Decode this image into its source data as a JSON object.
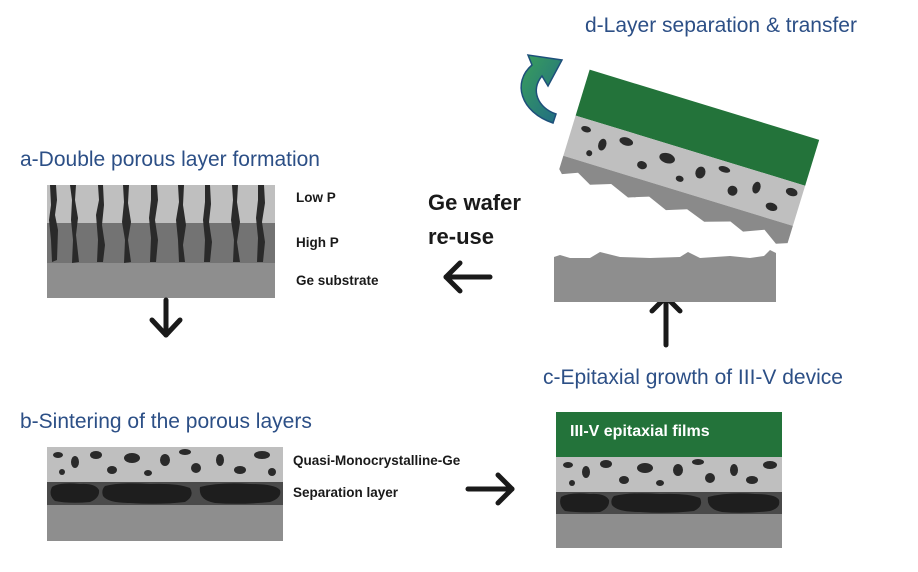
{
  "titles": {
    "a": "a-Double porous layer formation",
    "b": "b-Sintering of the porous layers",
    "c": "c-Epitaxial growth of III-V device",
    "d": "d-Layer separation & transfer"
  },
  "labels_a": {
    "low_p": "Low P",
    "high_p": "High P",
    "substrate": "Ge substrate"
  },
  "labels_b": {
    "quasi": "Quasi-Monocrystalline-Ge",
    "separation": "Separation layer"
  },
  "labels_c": {
    "films": "III-V epitaxial films"
  },
  "reuse": {
    "line1": "Ge wafer",
    "line2": "re-use"
  },
  "colors": {
    "title": "#2c4f86",
    "green": "#23733a",
    "substrate": "#8e8e8e",
    "low_porous": "#bfbfbf",
    "high_porous": "#737373",
    "pores": "#2a2a2a",
    "separation": "#4a4a4a"
  }
}
